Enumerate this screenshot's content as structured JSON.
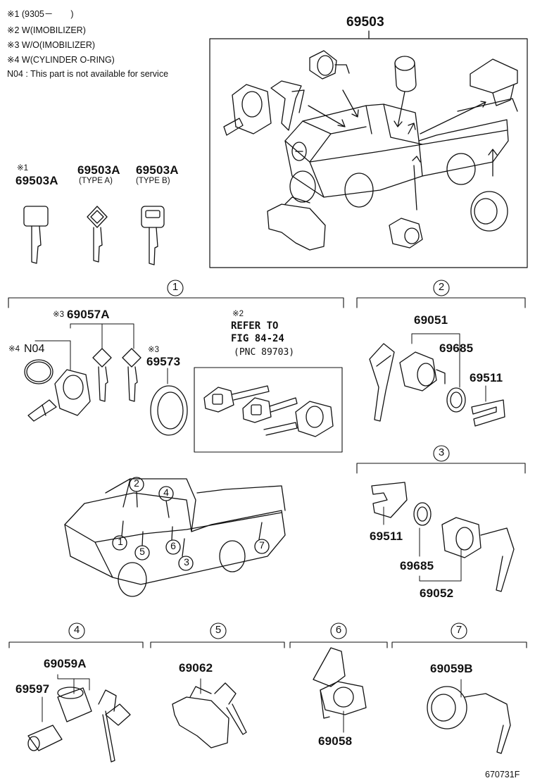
{
  "notes": [
    "※1 (9305－　　)",
    "※2 W(IMOBILIZER)",
    "※3 W/O(IMOBILIZER)",
    "※4 W(CYLINDER O-RING)",
    "N04 : This part is not available for service"
  ],
  "top_set": {
    "assembly_number": "69503",
    "keys": [
      {
        "mark": "※1",
        "number": "69503A",
        "type": ""
      },
      {
        "mark": "",
        "number": "69503A",
        "type": "(TYPE A)"
      },
      {
        "mark": "",
        "number": "69503A",
        "type": "(TYPE B)"
      }
    ]
  },
  "groups": [
    {
      "id": "1"
    },
    {
      "id": "2"
    },
    {
      "id": "3"
    },
    {
      "id": "4"
    },
    {
      "id": "5"
    },
    {
      "id": "6"
    },
    {
      "id": "7"
    }
  ],
  "group1": {
    "mark3a": "※3",
    "part_69057a": "69057A",
    "mark4": "※4",
    "n04": "N04",
    "mark3b": "※3",
    "part_69573": "69573",
    "ref_mark": "※2",
    "ref_line1": "REFER TO",
    "ref_line2": "FIG 84-24",
    "ref_line3": "(PNC 89703)"
  },
  "group2": {
    "p1": "69051",
    "p2": "69685",
    "p3": "69511"
  },
  "group3": {
    "p1": "69511",
    "p2": "69685",
    "p3": "69052"
  },
  "group4": {
    "p1": "69059A",
    "p2": "69597"
  },
  "group5": {
    "p1": "69062"
  },
  "group6": {
    "p1": "69058"
  },
  "group7": {
    "p1": "69059B"
  },
  "truck_callouts": [
    "1",
    "2",
    "3",
    "4",
    "5",
    "6",
    "7"
  ],
  "figure_code": "670731F"
}
